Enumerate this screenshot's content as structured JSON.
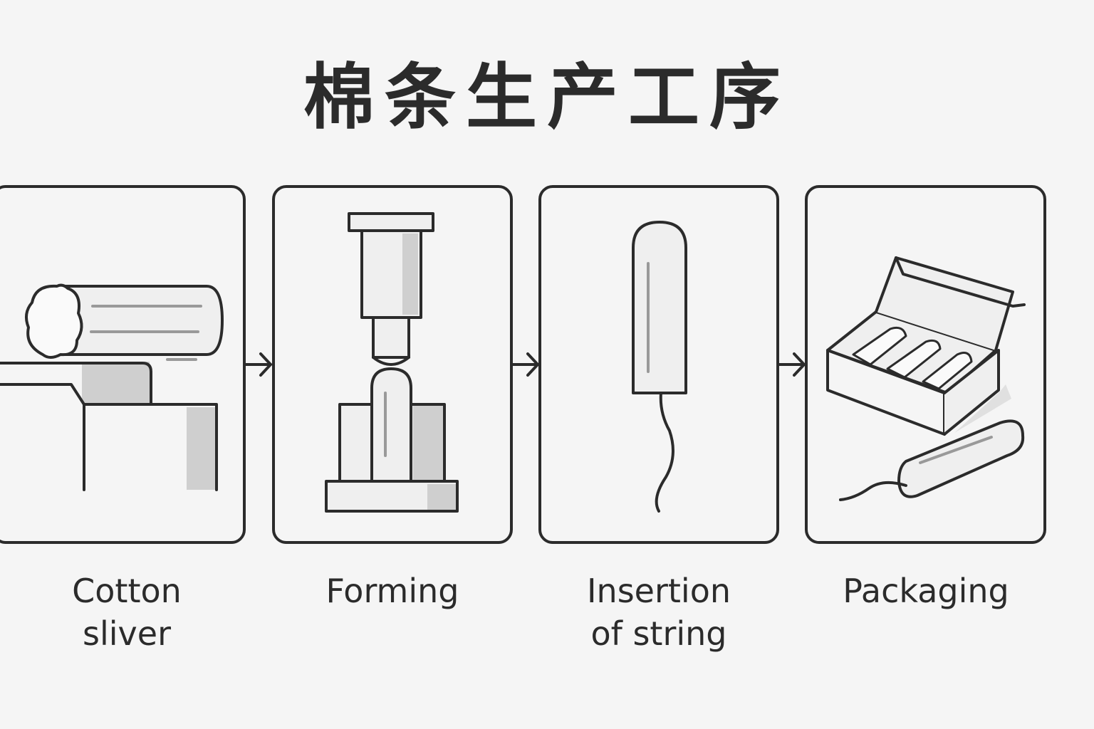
{
  "title": "棉条生产工序",
  "steps": [
    {
      "label_line1": "Cotton",
      "label_line2": "sliver",
      "icon": "cotton-roll-icon"
    },
    {
      "label_line1": "Forming",
      "label_line2": "",
      "icon": "press-icon"
    },
    {
      "label_line1": "Insertion",
      "label_line2": "of string",
      "icon": "tampon-string-icon"
    },
    {
      "label_line1": "Packaging",
      "label_line2": "",
      "icon": "box-icon"
    }
  ],
  "colors": {
    "stroke": "#2b2b2b",
    "fill_light": "#efefef",
    "shade": "#cfcfcf",
    "background": "#f5f5f5"
  }
}
